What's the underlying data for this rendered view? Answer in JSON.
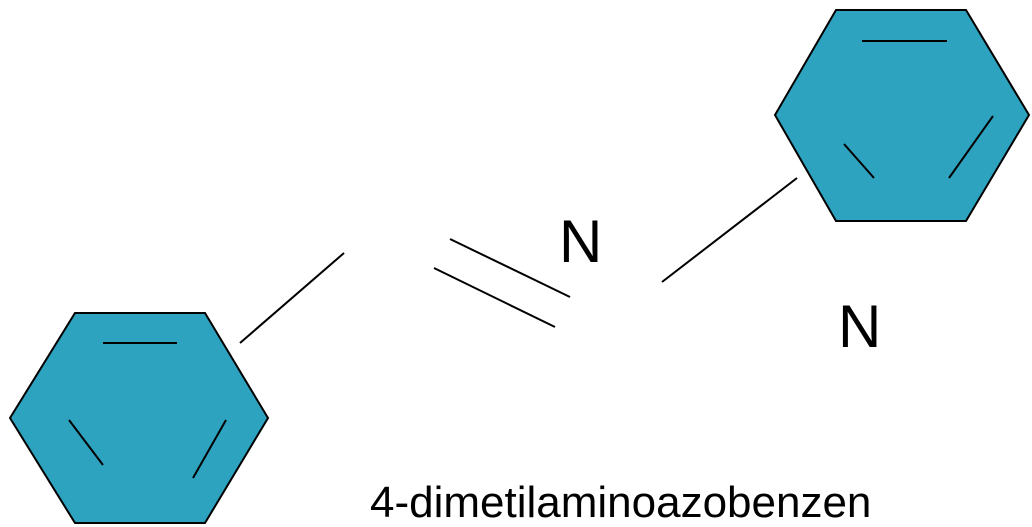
{
  "molecule": {
    "name": "4-dimetilaminoazobenzen",
    "atoms": [
      {
        "symbol": "N"
      },
      {
        "symbol": "N"
      }
    ],
    "ring_fill_color": "#2ea3c0",
    "line_color": "#000000"
  }
}
